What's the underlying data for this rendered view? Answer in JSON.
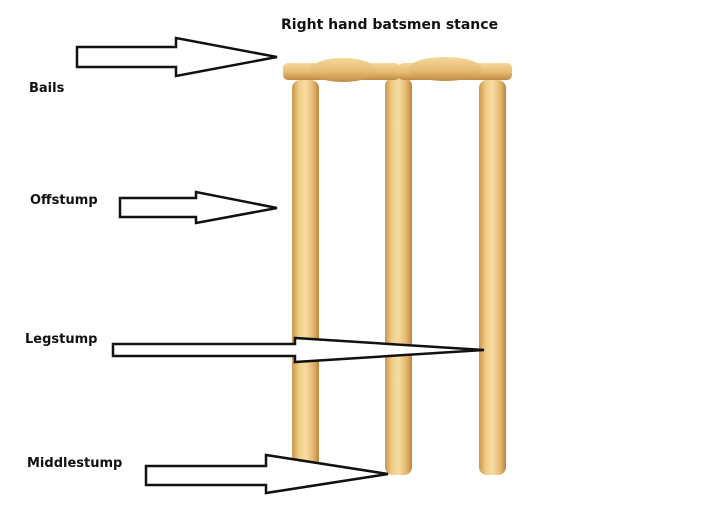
{
  "title": "Right hand batsmen stance",
  "labels": {
    "bails": "Bails",
    "offstump": "Offstump",
    "legstump": "Legstump",
    "middlestump": "Middlestump"
  },
  "colors": {
    "wood_light": "#f3d391",
    "wood_mid": "#e2b56a",
    "wood_dark": "#c48f45",
    "arrow_stroke": "#111111"
  }
}
